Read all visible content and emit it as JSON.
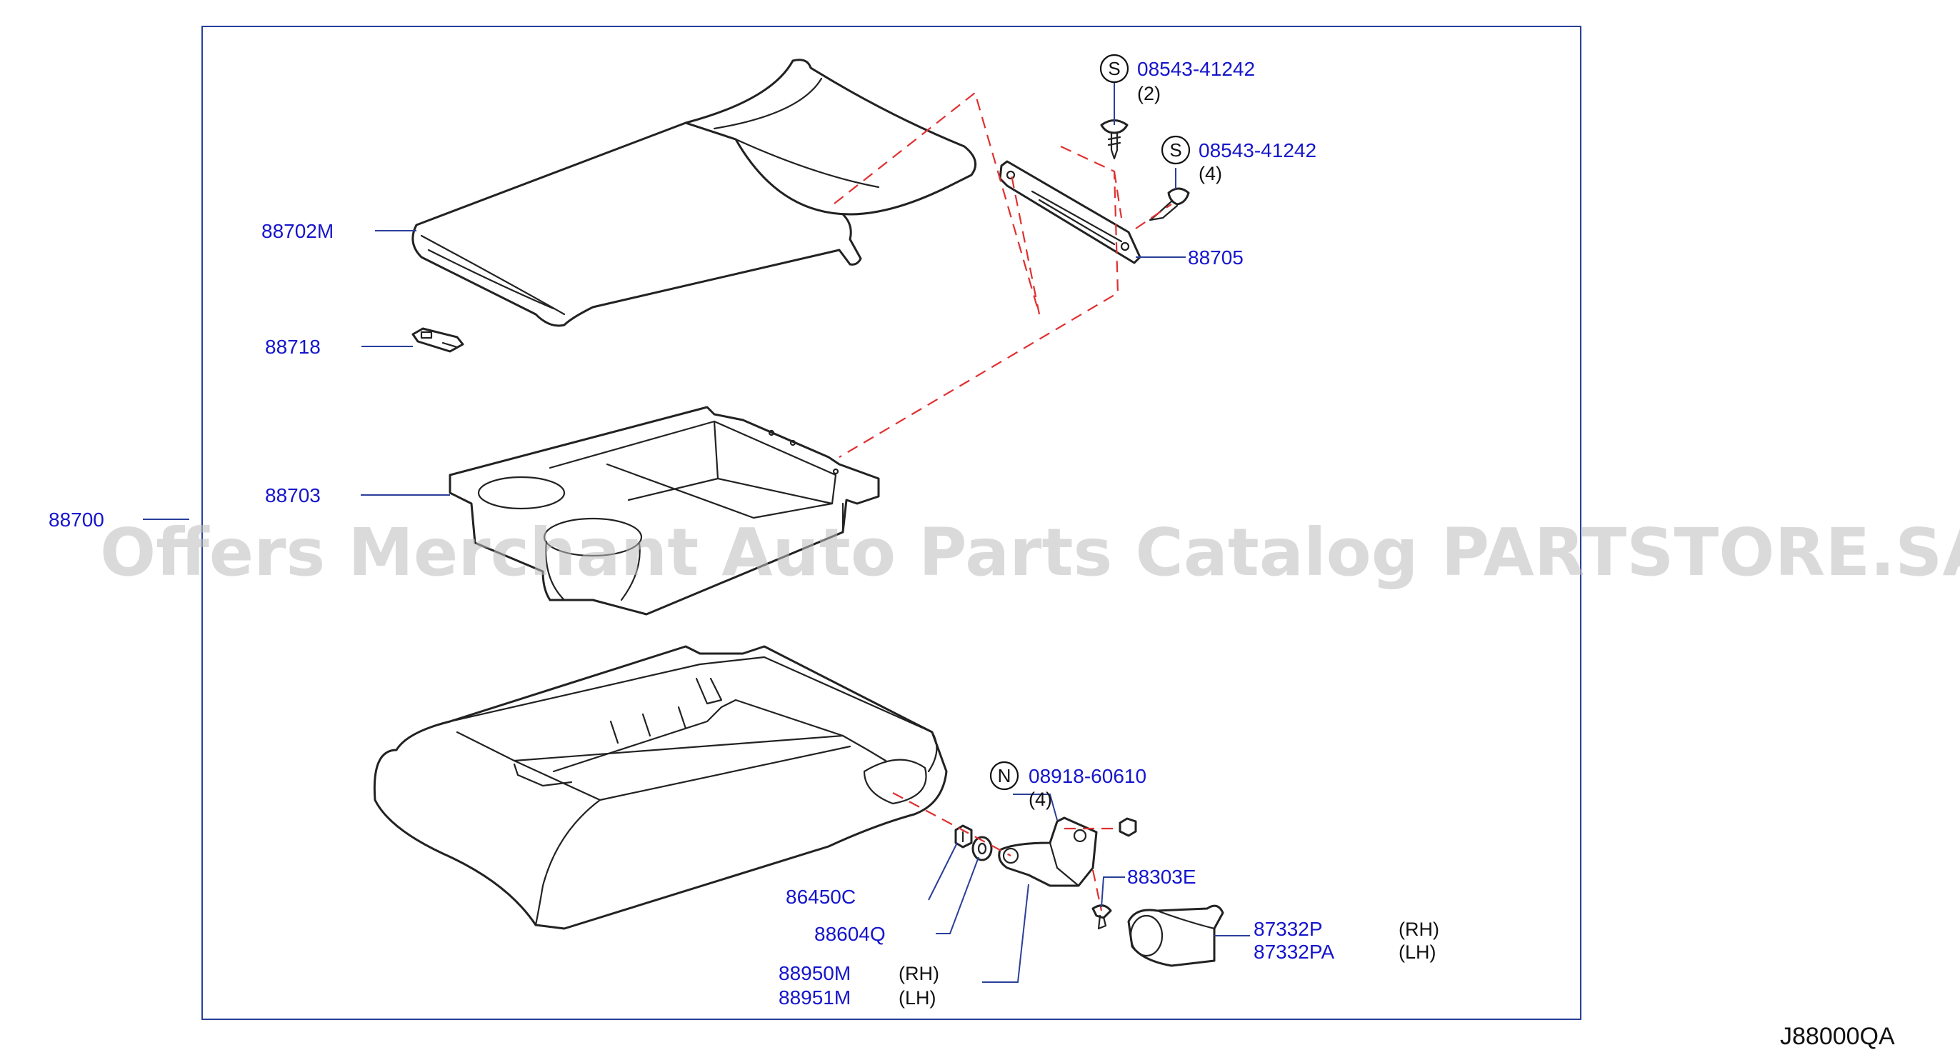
{
  "diagram": {
    "drawing_code": "J88000QA",
    "watermark": "Offers Merchant Auto Parts Catalog PARTSTORE.SA",
    "assembly": {
      "part_number": "88700"
    },
    "parts": {
      "lid": {
        "part_number": "88702M"
      },
      "latch": {
        "part_number": "88718"
      },
      "hinge_plate": {
        "part_number": "88705"
      },
      "tray": {
        "part_number": "88703"
      },
      "base": {
        "part_number": ""
      },
      "nut": {
        "part_number": "86450C"
      },
      "washer": {
        "part_number": "88604Q"
      },
      "bracket": {
        "part_number_rh": "88950M",
        "side_rh": "(RH)",
        "part_number_lh": "88951M",
        "side_lh": "(LH)"
      },
      "cover": {
        "part_number_rh": "87332P",
        "side_rh": "(RH)",
        "part_number_lh": "87332PA",
        "side_lh": "(LH)"
      },
      "clip": {
        "part_number": "88303E"
      }
    },
    "standard_parts": [
      {
        "symbol": "S",
        "part_number": "08543-41242",
        "qty": "(2)"
      },
      {
        "symbol": "S",
        "part_number": "08543-41242",
        "qty": "(4)"
      },
      {
        "symbol": "N",
        "part_number": "08918-60610",
        "qty": "(4)"
      }
    ],
    "colors": {
      "frame": "#2a3f9a",
      "part_label": "#1515cc",
      "phantom_line": "#e03030",
      "outline": "#222222"
    }
  }
}
